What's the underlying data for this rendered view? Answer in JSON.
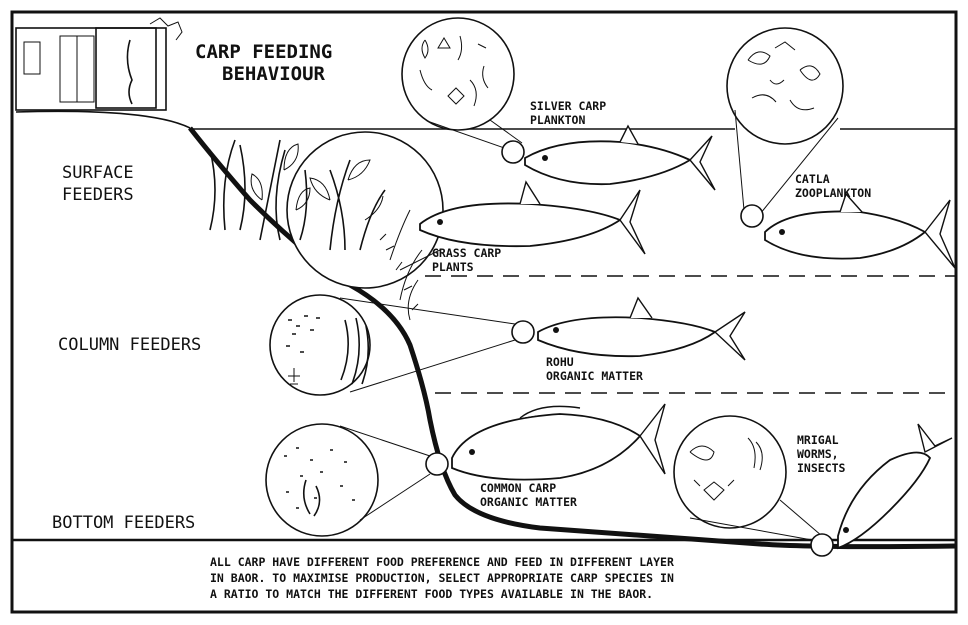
{
  "title": {
    "line1": "CARP FEEDING",
    "line2": "BEHAVIOUR"
  },
  "zones": {
    "surface": {
      "line1": "SURFACE",
      "line2": "FEEDERS"
    },
    "column": {
      "line1": "COLUMN FEEDERS"
    },
    "bottom": {
      "line1": "BOTTOM FEEDERS"
    }
  },
  "fish": [
    {
      "species": "SILVER CARP",
      "food": "PLANKTON"
    },
    {
      "species": "CATLA",
      "food": "ZOOPLANKTON"
    },
    {
      "species": "GRASS CARP",
      "food": "PLANTS"
    },
    {
      "species": "ROHU",
      "food": "ORGANIC MATTER"
    },
    {
      "species": "COMMON CARP",
      "food": "ORGANIC MATTER"
    },
    {
      "species": "MRIGAL",
      "food": "WORMS,",
      "food2": "INSECTS"
    }
  ],
  "caption": {
    "line1": "ALL CARP HAVE DIFFERENT FOOD PREFERENCE AND FEED IN DIFFERENT LAYER",
    "line2": "IN BAOR. TO MAXIMISE PRODUCTION, SELECT APPROPRIATE CARP SPECIES IN",
    "line3": "A RATIO TO MATCH THE DIFFERENT FOOD TYPES AVAILABLE IN THE BAOR."
  }
}
